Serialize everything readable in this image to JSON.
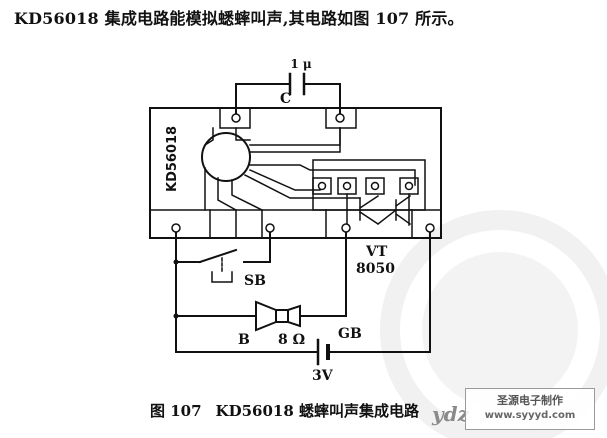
{
  "intro_text": "KD56018 集成电路能模拟蟋蟀叫声,其电路如图 107 所示。",
  "diagram": {
    "ic_label": "KD56018",
    "capacitor": {
      "name": "C",
      "value": "1 μ"
    },
    "transistor": {
      "name": "VT",
      "part": "8050"
    },
    "switch": {
      "name": "SB"
    },
    "speaker": {
      "name": "B",
      "value": "8 Ω"
    },
    "battery": {
      "name": "GB",
      "value": "3V"
    }
  },
  "caption": {
    "figure_no": "图 107",
    "title": "KD56018 蟋蟀叫声集成电路"
  },
  "watermark": {
    "logo": "ydz",
    "site_name": "圣源电子制作",
    "site_url": "www.syyyd.com"
  },
  "colors": {
    "ink": "#111111",
    "watermark": "#c8c8c8"
  }
}
